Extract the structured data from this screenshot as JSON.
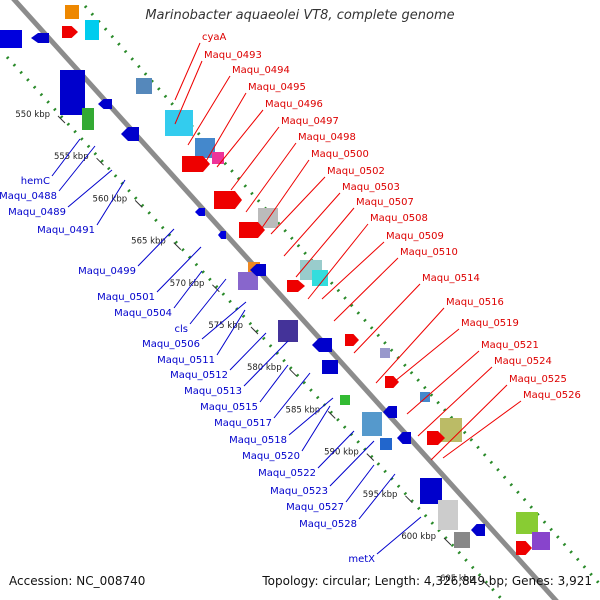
{
  "title": "Marinobacter aquaeolei VT8, complete genome",
  "accession": "Accession: NC_008740",
  "summary": "Topology: circular; Length: 4,326,849 bp; Genes: 3,921",
  "colors": {
    "backbone": "#9a9a9a",
    "dotted_track": "#2a8a2a",
    "forward_label": "#dd0000",
    "reverse_label": "#0000cc",
    "scale_label": "#222222"
  },
  "scale_ticks": [
    "550 kbp",
    "555 kbp",
    "560 kbp",
    "565 kbp",
    "570 kbp",
    "575 kbp",
    "580 kbp",
    "585 kbp",
    "590 kbp",
    "595 kbp",
    "600 kbp",
    "605 kbp"
  ],
  "forward_genes": [
    "cyaA",
    "Maqu_0493",
    "Maqu_0494",
    "Maqu_0495",
    "Maqu_0496",
    "Maqu_0497",
    "Maqu_0498",
    "Maqu_0500",
    "Maqu_0502",
    "Maqu_0503",
    "Maqu_0507",
    "Maqu_0508",
    "Maqu_0509",
    "Maqu_0510",
    "Maqu_0514",
    "Maqu_0516",
    "Maqu_0519",
    "Maqu_0521",
    "Maqu_0524",
    "Maqu_0525",
    "Maqu_0526"
  ],
  "reverse_genes": [
    "hemC",
    "Maqu_0488",
    "Maqu_0489",
    "Maqu_0491",
    "Maqu_0499",
    "Maqu_0501",
    "Maqu_0504",
    "cls",
    "Maqu_0506",
    "Maqu_0511",
    "Maqu_0512",
    "Maqu_0513",
    "Maqu_0515",
    "Maqu_0517",
    "Maqu_0518",
    "Maqu_0520",
    "Maqu_0522",
    "Maqu_0523",
    "Maqu_0527",
    "Maqu_0528",
    "metX"
  ]
}
